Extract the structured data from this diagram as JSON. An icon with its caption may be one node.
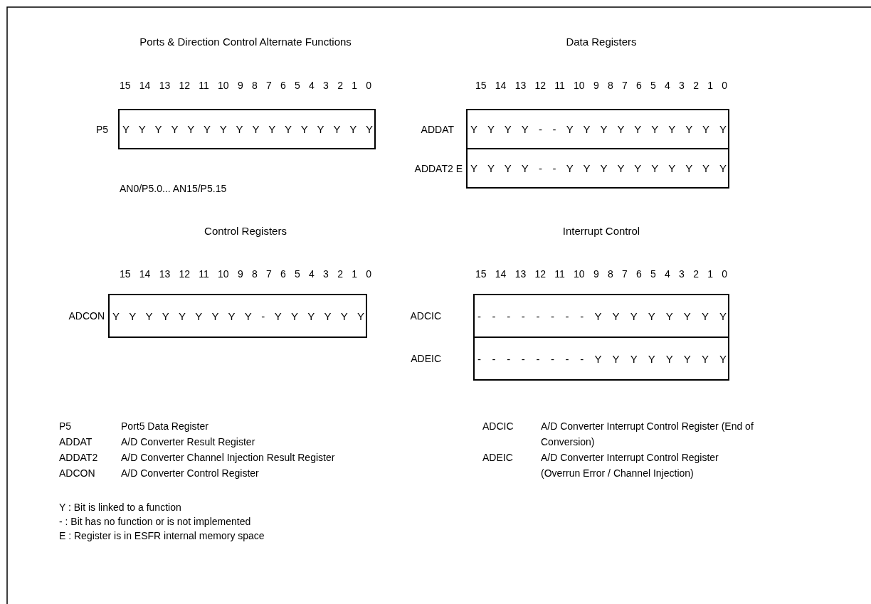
{
  "diagram": {
    "nodes": [
      {
        "text": [
          "Y Y Y Y Y Y Y Y Y Y Y Y Y Y Y Y"
        ],
        "beside": [
          "P5"
        ]
      },
      {
        "text": [
          "Y Y Y Y - - Y Y Y Y Y Y Y Y Y Y"
        ],
        "beside": [
          "ADDAT"
        ]
      },
      {
        "text": [
          "Y Y Y Y - - Y Y Y Y Y Y Y Y Y Y"
        ],
        "beside": [
          "ADDAT2 E"
        ]
      },
      {
        "text": [
          "Y Y Y Y Y Y Y Y Y - Y Y Y Y Y Y"
        ],
        "beside": [
          "ADCON"
        ]
      },
      {
        "text": [
          "- - - - - - - - Y Y Y Y Y Y Y Y"
        ],
        "beside": [
          "ADCIC"
        ]
      },
      {
        "text": [
          "- - - - - - - - Y Y Y Y Y Y Y Y"
        ],
        "beside": [
          "ADEIC"
        ]
      }
    ],
    "edges": [],
    "labels": [
      "Ports & Direction Control Alternate Functions",
      "Data Registers",
      "15 14 13 12 11 10 9 8 7 6 5 4 3 2 1 0",
      "15 14 13 12 11 10 9 8 7 6 5 4 3 2 1 0",
      "AN0/P5.0... AN15/P5.15",
      "Control Registers",
      "Interrupt Control",
      "15 14 13 12 11 10 9 8 7 6 5 4 3 2 1 0",
      "15 14 13 12 11 10 9 8 7 6 5 4 3 2 1 0",
      "P5",
      "Port5 Data Register",
      "ADCIC",
      "A/D Converter Interrupt Control Register (End of Conversion)",
      "ADDAT",
      "A/D Converter Result Register",
      "ADDAT2",
      "A/D Converter Channel Injection Result Register",
      "ADEIC",
      "A/D Converter Interrupt Control Register (Overrun Error / Channel Injection)",
      "ADCON",
      "A/D Converter Control Register",
      "Y : Bit is linked to a function",
      "- : Bit has no function or is not implemented",
      "E : Register is in ESFR internal memory space"
    ]
  }
}
